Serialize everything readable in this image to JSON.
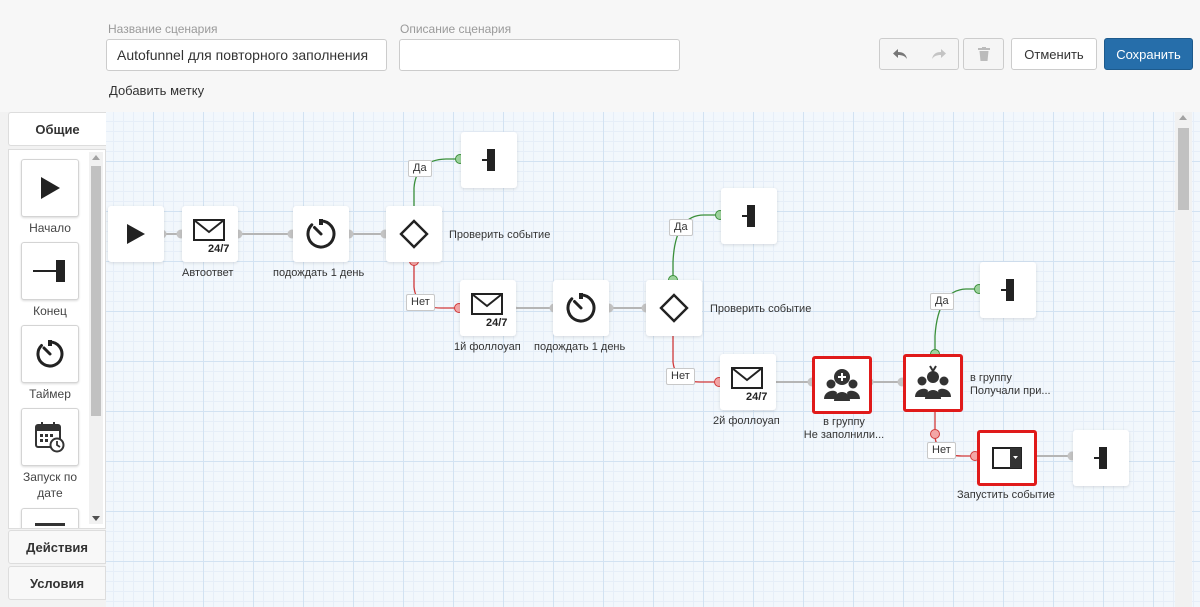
{
  "header": {
    "name_label": "Название сценария",
    "name_value": "Autofunnel для повторного заполнения",
    "desc_label": "Описание сценария",
    "desc_value": "",
    "add_tag": "Добавить метку",
    "cancel": "Отменить",
    "save": "Сохранить"
  },
  "palette": {
    "tabs": [
      "Общие",
      "Действия",
      "Условия"
    ],
    "items": [
      {
        "label": "Начало",
        "icon": "play-icon"
      },
      {
        "label": "Конец",
        "icon": "end-icon"
      },
      {
        "label": "Таймер",
        "icon": "timer-icon"
      },
      {
        "label": "Запуск по дате",
        "icon": "calendar-icon"
      }
    ]
  },
  "flow": {
    "nodes": {
      "autoresponder": "Автоответ",
      "wait1": "подождать 1 день",
      "check1": "Проверить событие",
      "followup1": "1й фоллоуап",
      "wait2": "подождать 1 день",
      "check2": "Проверить событие",
      "followup2": "2й фоллоуап",
      "group_add_1": "в группу",
      "group_add_2": "Не заполнили...",
      "group_check_1": "в группу",
      "group_check_2": "Получали при...",
      "launch_event": "Запустить событие"
    },
    "mail_badge": "24/7",
    "yes": "Да",
    "no": "Нет"
  },
  "colors": {
    "accent": "#266eaa",
    "yes_line": "#3a8f3a",
    "no_line": "#d23a3a",
    "highlight": "#e01a1a"
  }
}
